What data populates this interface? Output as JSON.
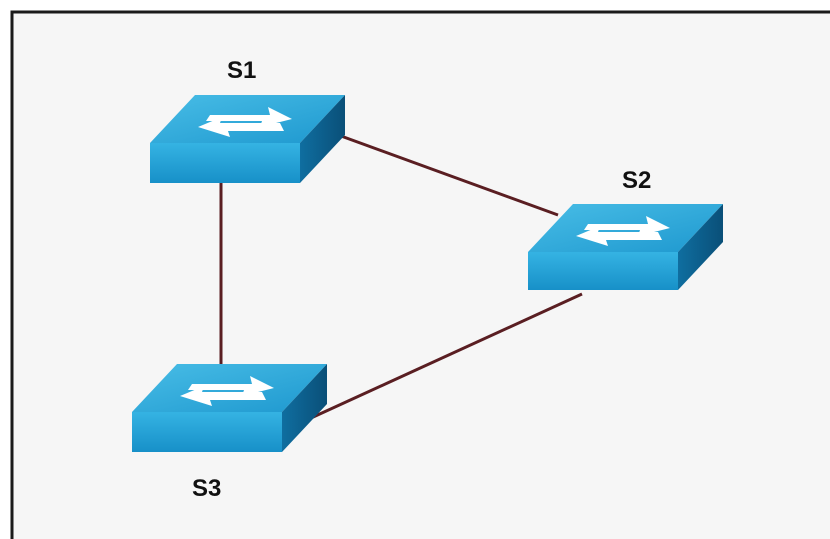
{
  "diagram": {
    "background": "#f6f6f6",
    "border_color": "#1a1a1a",
    "link_color": "#5a1e22",
    "switch_colors": {
      "top": "#2ea7d8",
      "front": "#1f9fd4",
      "side": "#0b5f8e",
      "arrow": "#ffffff"
    },
    "nodes": [
      {
        "id": "s1",
        "label": "S1",
        "icon": "network-switch-icon"
      },
      {
        "id": "s2",
        "label": "S2",
        "icon": "network-switch-icon"
      },
      {
        "id": "s3",
        "label": "S3",
        "icon": "network-switch-icon"
      }
    ],
    "links": [
      {
        "from": "S1",
        "to": "S2"
      },
      {
        "from": "S1",
        "to": "S3"
      },
      {
        "from": "S2",
        "to": "S3"
      }
    ]
  }
}
